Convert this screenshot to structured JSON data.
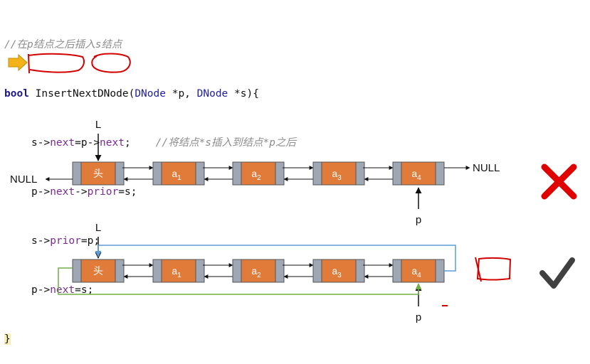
{
  "code": {
    "comment_line": "//在p结点之后插入s结点",
    "sig_kw": "bool",
    "sig_name": " InsertNextDNode(",
    "sig_type1": "DNode",
    "sig_param1": " *p, ",
    "sig_type2": "DNode",
    "sig_param2": " *s){",
    "l1_a": "s->",
    "l1_b": "next",
    "l1_c": "=p->",
    "l1_d": "next",
    "l1_e": ";",
    "l1_comment": "    //将结点*s插入到结点*p之后",
    "l2_a": "p->",
    "l2_b": "next",
    "l2_c": "->",
    "l2_d": "prior",
    "l2_e": "=s;",
    "l3_a": "s->",
    "l3_b": "prior",
    "l3_c": "=p;",
    "l4_a": "p->",
    "l4_b": "next",
    "l4_c": "=s;",
    "close": "}"
  },
  "diagram": {
    "list1": {
      "head_ptr": "L",
      "null_left": "NULL",
      "null_right": "NULL",
      "nodes": [
        "头",
        "a",
        "a",
        "a",
        "a"
      ],
      "subscripts": [
        "",
        "1",
        "2",
        "3",
        "4"
      ],
      "p_ptr": "p",
      "verdict": "wrong"
    },
    "list2": {
      "head_ptr": "L",
      "nodes": [
        "头",
        "a",
        "a",
        "a",
        "a"
      ],
      "subscripts": [
        "",
        "1",
        "2",
        "3",
        "4"
      ],
      "p_ptr": "p",
      "verdict": "right"
    },
    "colors": {
      "node_fill": "#e07b39",
      "node_side": "#9ea7b3",
      "link_blue": "#5b9bd5",
      "link_green": "#70ad47",
      "cross_red": "#e00000",
      "check_gray": "#404040",
      "pointer_arrow": "#f2b318",
      "annotation_red": "#d40000"
    }
  }
}
